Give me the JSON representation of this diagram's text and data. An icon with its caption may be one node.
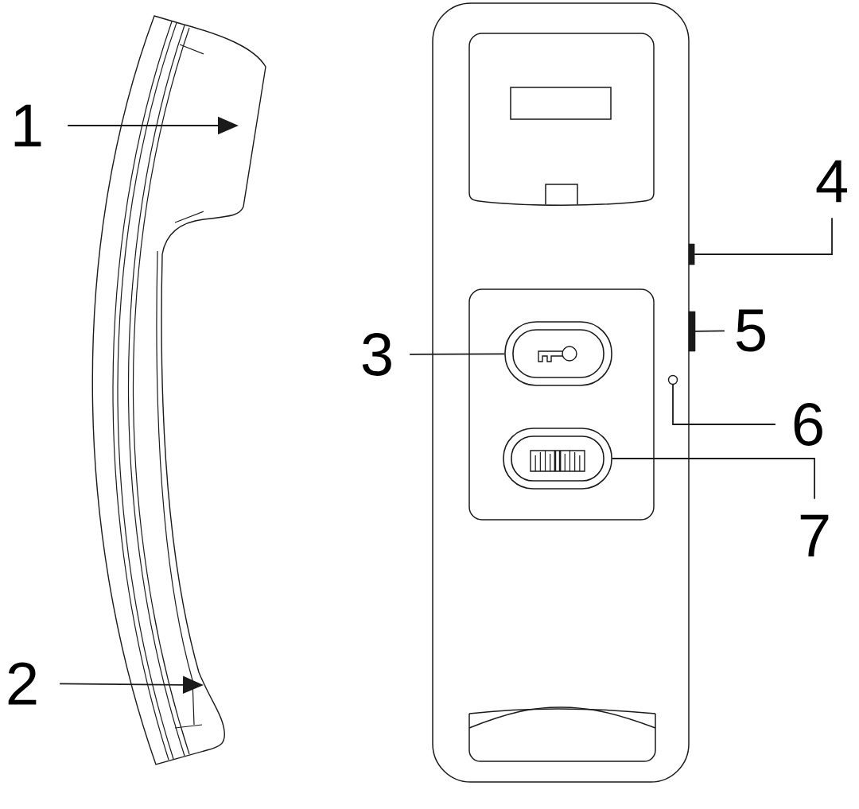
{
  "diagram": {
    "nodes": [
      {
        "text": [
          "1"
        ]
      },
      {
        "text": [
          "2"
        ]
      },
      {
        "text": [
          "3"
        ]
      },
      {
        "text": [],
        "shape": "button"
      },
      {
        "text": [
          "4"
        ]
      },
      {
        "text": [],
        "shape": "bar"
      },
      {
        "text": [
          "5"
        ]
      },
      {
        "text": [],
        "shape": "bar"
      },
      {
        "text": [
          "6"
        ]
      },
      {
        "text": [],
        "shape": "circle"
      },
      {
        "text": [
          "7"
        ]
      },
      {
        "text": [],
        "shape": "button"
      }
    ],
    "edges": [
      {
        "from": 0,
        "to": null,
        "arrow": "to"
      },
      {
        "from": 1,
        "to": null,
        "arrow": "to"
      },
      {
        "from": 2,
        "to": 3,
        "arrow": "none"
      },
      {
        "from": 4,
        "to": 5,
        "arrow": "none"
      },
      {
        "from": 6,
        "to": 7,
        "arrow": "none"
      },
      {
        "from": 8,
        "to": 9,
        "arrow": "none"
      },
      {
        "from": 10,
        "to": 11,
        "arrow": "none"
      }
    ]
  }
}
